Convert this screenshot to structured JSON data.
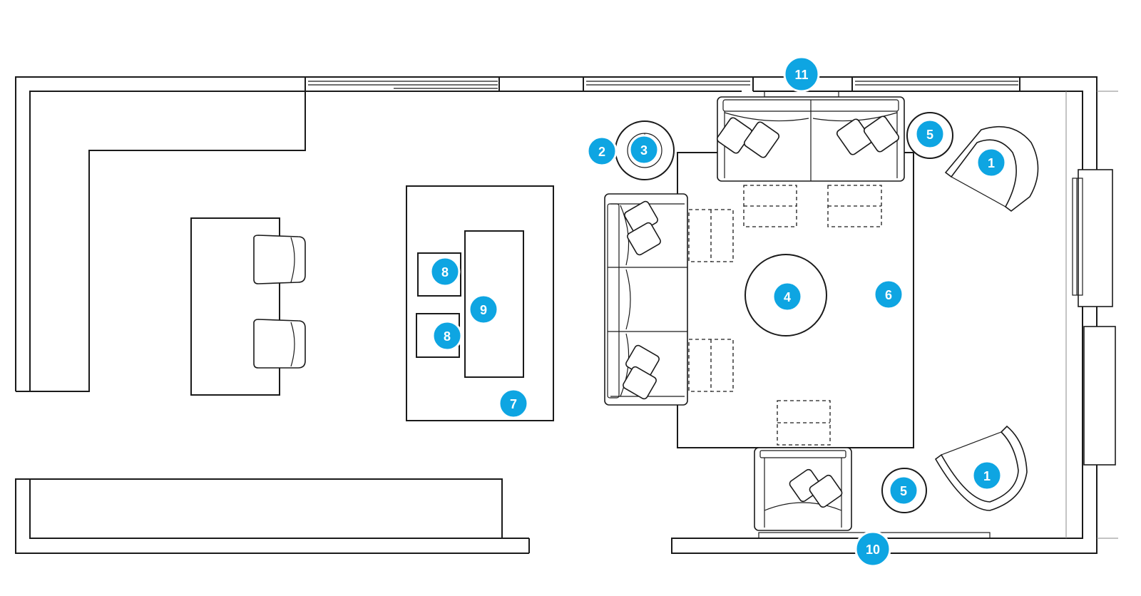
{
  "colors": {
    "marker": "#0ea5e2",
    "line": "#1a1a1a"
  },
  "markers": [
    {
      "id": "lounge-chair-top",
      "label": "1"
    },
    {
      "id": "lounge-chair-bottom",
      "label": "1"
    },
    {
      "id": "side-table-outer",
      "label": "2"
    },
    {
      "id": "side-table-inner",
      "label": "3"
    },
    {
      "id": "coffee-table",
      "label": "4"
    },
    {
      "id": "accent-table-top",
      "label": "5"
    },
    {
      "id": "accent-table-bottom",
      "label": "5"
    },
    {
      "id": "area-rug",
      "label": "6"
    },
    {
      "id": "dining-rug",
      "label": "7"
    },
    {
      "id": "dining-chair-a",
      "label": "8"
    },
    {
      "id": "dining-chair-b",
      "label": "8"
    },
    {
      "id": "dining-table",
      "label": "9"
    },
    {
      "id": "fireplace",
      "label": "10"
    },
    {
      "id": "window",
      "label": "11"
    }
  ]
}
